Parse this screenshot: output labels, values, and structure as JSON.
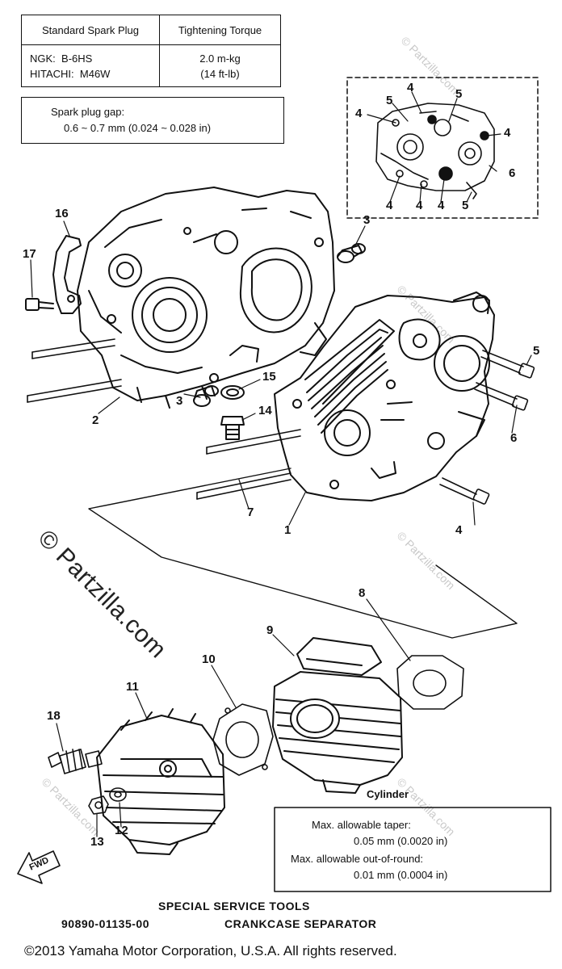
{
  "spec_table": {
    "col1_header": "Standard Spark Plug",
    "col2_header": "Tightening Torque",
    "ngk_label": "NGK:",
    "ngk_value": "B-6HS",
    "hitachi_label": "HITACHI:",
    "hitachi_value": "M46W",
    "torque_line1": "2.0 m-kg",
    "torque_line2": "(14 ft-lb)"
  },
  "gap_box": {
    "title": "Spark plug gap:",
    "value": "0.6 ~ 0.7 mm (0.024 ~ 0.028 in)"
  },
  "cylinder_label": "Cylinder",
  "cylinder_box": {
    "taper_label": "Max. allowable taper:",
    "taper_value": "0.05 mm (0.0020 in)",
    "oor_label": "Max. allowable out-of-round:",
    "oor_value": "0.01 mm (0.0004 in)"
  },
  "fwd_label": "FWD",
  "tools": {
    "heading": "SPECIAL SERVICE TOOLS",
    "part_number": "90890-01135-00",
    "tool_name": "CRANKCASE SEPARATOR"
  },
  "watermark": "© Partzilla.com",
  "copyright": "©2013  Yamaha Motor Corporation, U.S.A. All rights reserved.",
  "part_labels": {
    "p1": "1",
    "p2": "2",
    "p3a": "3",
    "p3b": "3",
    "p4a": "4",
    "p5a": "5",
    "p6a": "6",
    "p7": "7",
    "p8": "8",
    "p9": "9",
    "p10": "10",
    "p11": "11",
    "p12": "12",
    "p13": "13",
    "p14": "14",
    "p15": "15",
    "p16": "16",
    "p17": "17",
    "p18": "18"
  },
  "inset_labels": {
    "i4a": "4",
    "i4b": "4",
    "i5a": "5",
    "i5b": "5",
    "i4c": "4",
    "i6": "6",
    "i4d": "4",
    "i4e": "4",
    "i4f": "4",
    "i5c": "5"
  }
}
